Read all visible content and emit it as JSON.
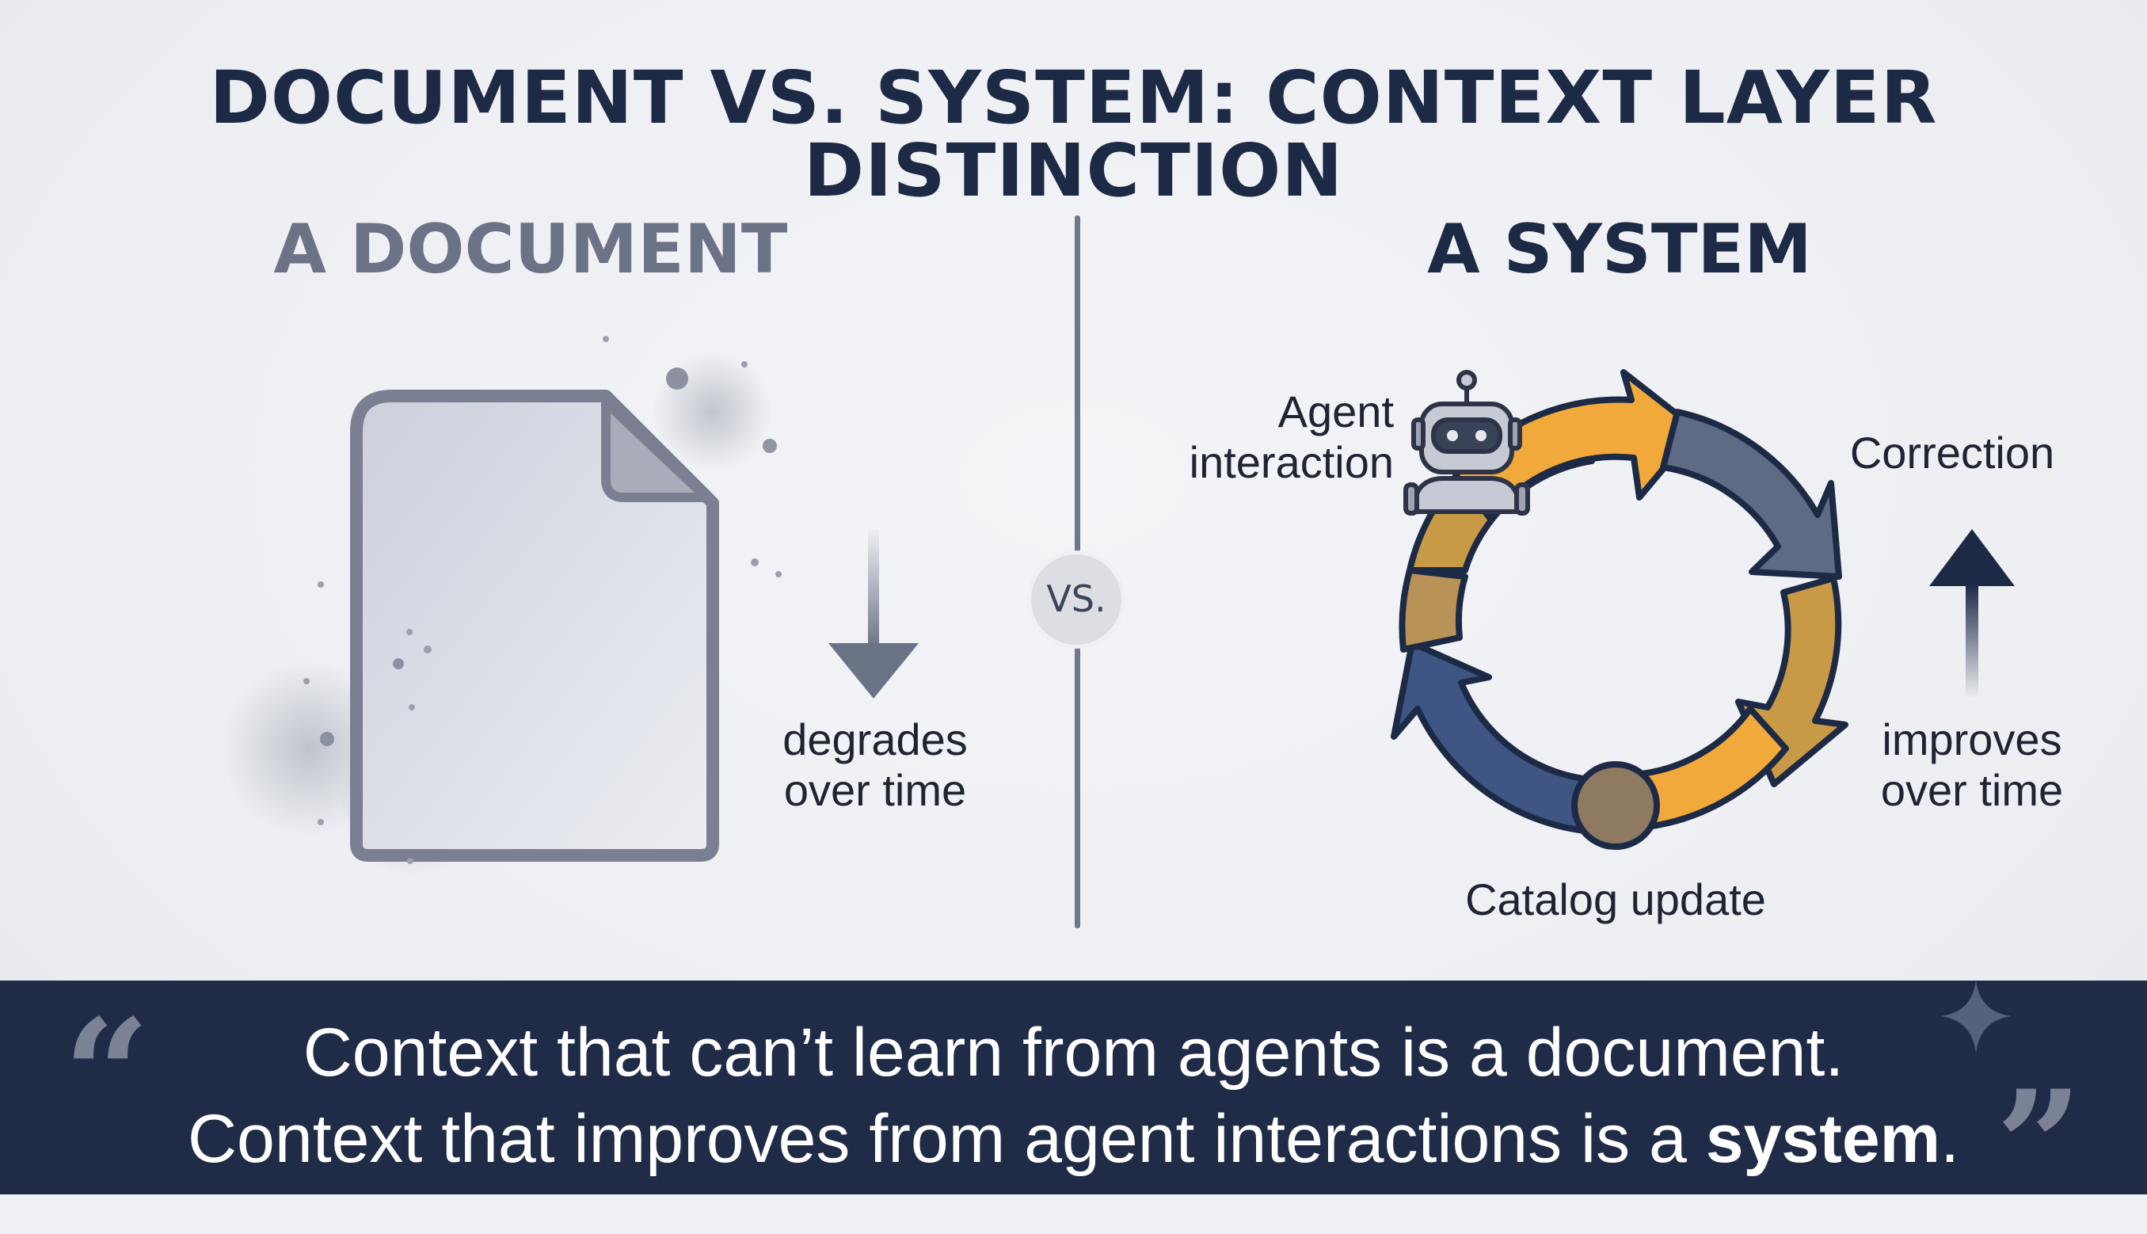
{
  "title": "DOCUMENT VS. SYSTEM: CONTEXT LAYER DISTINCTION",
  "document_panel": {
    "heading": "A DOCUMENT",
    "trend_line1": "degrades",
    "trend_line2": "over time"
  },
  "divider_badge": "VS.",
  "system_panel": {
    "heading": "A SYSTEM",
    "cycle_steps": {
      "agent_line1": "Agent",
      "agent_line2": "interaction",
      "correction": "Correction",
      "catalog": "Catalog update"
    },
    "trend_line1": "improves",
    "trend_line2": "over time"
  },
  "quote": {
    "open_mark": "“",
    "line1": "Context that can’t learn from agents is a document.",
    "line2_prefix": "Context that improves from agent interactions is a ",
    "line2_emphasis": "system",
    "line2_suffix": ".",
    "close_mark": "”"
  },
  "colors": {
    "navy": "#1f2b47",
    "title": "#1d2a45",
    "muted_heading": "#6c7386",
    "cycle_orange": "#f2a93b",
    "cycle_slate": "#5f6b85",
    "cycle_blue": "#3f5685",
    "cycle_gold": "#c99a46",
    "hub_brown": "#8e7a60"
  },
  "icons": [
    "document-icon",
    "robot-icon",
    "down-arrow-icon",
    "up-arrow-icon",
    "sparkle-icon",
    "cycle-arrows-icon"
  ]
}
